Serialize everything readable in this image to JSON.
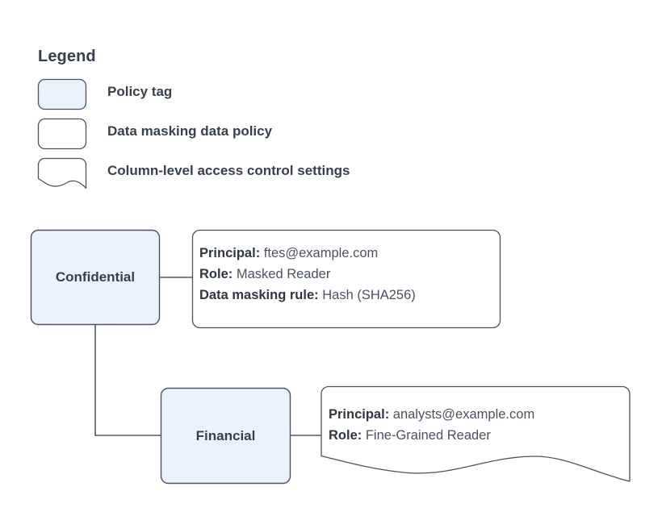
{
  "legend": {
    "title": "Legend",
    "items": [
      {
        "label": "Policy tag",
        "swatch": "rounded-filled-swatch"
      },
      {
        "label": "Data masking data policy",
        "swatch": "rounded-outline-swatch"
      },
      {
        "label": "Column-level access control settings",
        "swatch": "wavy-bottom-document-swatch"
      }
    ]
  },
  "diagram": {
    "nodes": [
      {
        "id": "confidential",
        "label": "Confidential"
      },
      {
        "id": "financial",
        "label": "Financial"
      }
    ],
    "callouts": [
      {
        "id": "confidential-policy",
        "shape": "rounded-rectangle",
        "lines": [
          {
            "key": "Principal:",
            "value": "ftes@example.com"
          },
          {
            "key": "Role:",
            "value": "Masked Reader"
          },
          {
            "key": "Data masking rule:",
            "value": "Hash (SHA256)"
          }
        ]
      },
      {
        "id": "financial-policy",
        "shape": "wavy-bottom-document",
        "lines": [
          {
            "key": "Principal:",
            "value": "analysts@example.com"
          },
          {
            "key": "Role:",
            "value": "Fine-Grained Reader"
          }
        ]
      }
    ],
    "connectors": [
      {
        "from": "confidential",
        "to": "confidential-policy",
        "style": "straight"
      },
      {
        "from": "confidential",
        "to": "financial",
        "style": "elbow"
      },
      {
        "from": "financial",
        "to": "financial-policy",
        "style": "straight"
      }
    ]
  },
  "colors": {
    "node_fill": "#eaf2fd",
    "node_stroke": "#4a5260",
    "box_fill": "#ffffff",
    "box_stroke": "#4a5260",
    "text": "#37404d",
    "value_text": "#4a5260",
    "connector": "#2f3742",
    "background": "#ffffff"
  }
}
